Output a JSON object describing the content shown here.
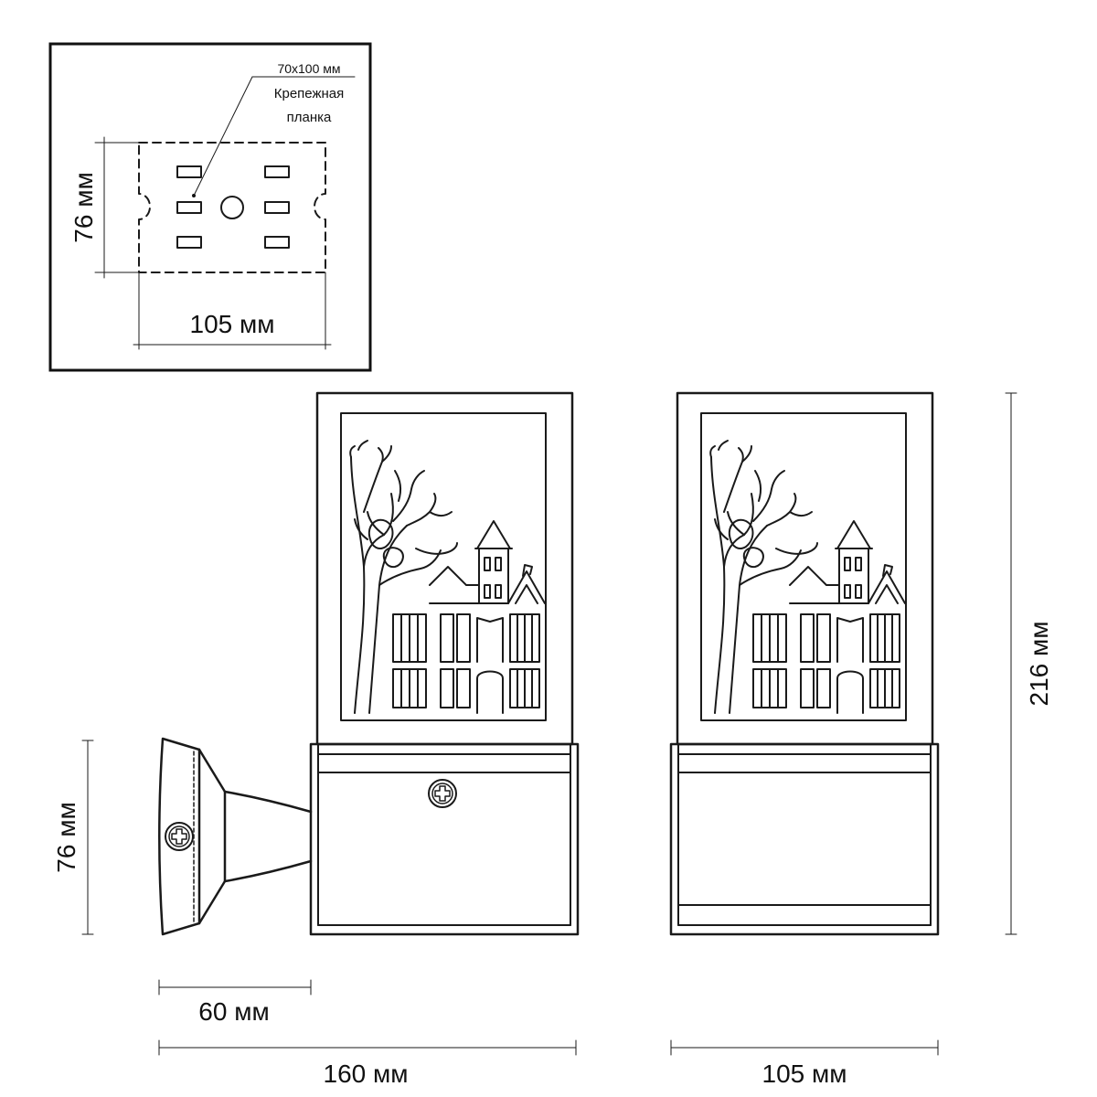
{
  "mounting_plate": {
    "size_label": "70x100 мм",
    "name_line1": "Крепежная",
    "name_line2": "планка",
    "height_label": "76 мм",
    "width_label": "105 мм"
  },
  "side_view": {
    "bracket_height_label": "76 мм",
    "bracket_depth_label": "60 мм",
    "total_depth_label": "160 мм"
  },
  "front_view": {
    "width_label": "105 мм",
    "total_height_label": "216 мм"
  },
  "colors": {
    "line": "#1a1a1a",
    "background": "#ffffff"
  }
}
